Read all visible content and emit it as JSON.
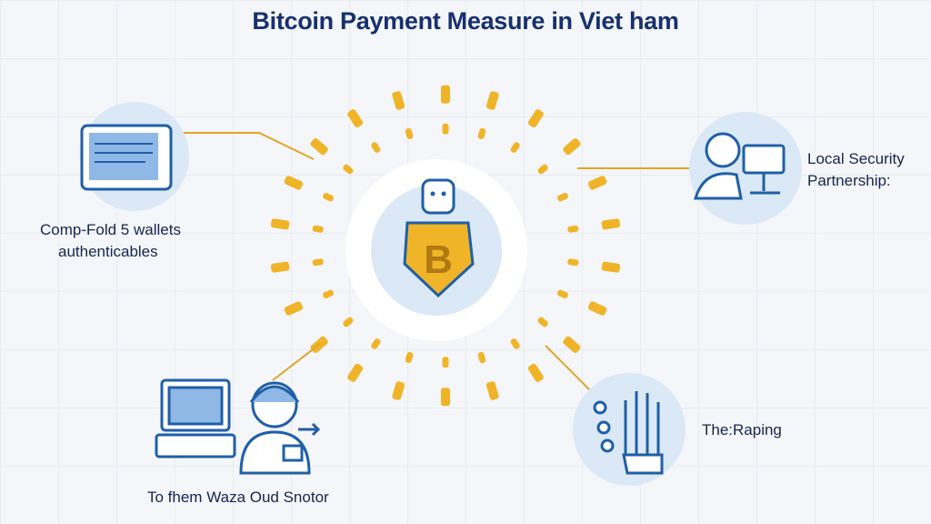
{
  "title": "Bitcoin Payment Measure in Viet ham",
  "nodes": {
    "top_left": {
      "label_line1": "Comp-Fold 5 wallets",
      "label_line2": "authenticables",
      "icon": "tablet-icon"
    },
    "top_right": {
      "label_line1": "Local Security",
      "label_line2": "Partnership:",
      "icon": "person-computer-icon"
    },
    "bottom_left": {
      "label": "To fhem Waza Oud Snotor",
      "icon": "computer-user-icon"
    },
    "bottom_right": {
      "label": "The:Raping",
      "icon": "hand-icon"
    },
    "center": {
      "icon": "bitcoin-shield-icon",
      "symbol": "B"
    }
  },
  "colors": {
    "accent": "#1f5fa8",
    "circle": "#dbe8f5",
    "gold": "#f0b429",
    "line": "#e0a526"
  }
}
